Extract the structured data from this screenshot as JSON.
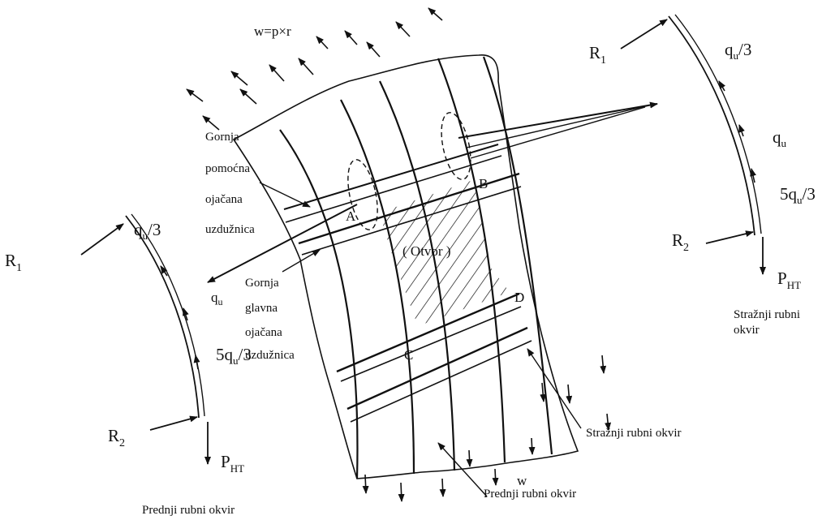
{
  "labels": {
    "w_formula": "w=p×r",
    "w_bottom": "w",
    "r1": "R",
    "r1_sub": "1",
    "r2": "R",
    "r2_sub": "2",
    "q_third": "q",
    "q_third_sub": "u",
    "q_third_suffix": "/3",
    "q": "q",
    "q_sub": "u",
    "q_five": "5q",
    "q_five_sub": "u",
    "q_five_suffix": "/3",
    "p": "P",
    "p_sub": "HT",
    "point_a": "A",
    "point_b": "B",
    "point_c": "C",
    "point_d": "D",
    "otvor": "( Otvor )",
    "upper_aux_1": "Gornja",
    "upper_aux_2": "pomoćna",
    "upper_aux_3": "ojačana",
    "upper_aux_4": "uzdužnica",
    "upper_main_1": "Gornja",
    "upper_main_2": "glavna",
    "upper_main_3": "ojačana",
    "upper_main_4": "uzdužnica",
    "rear_frame_1": "Stražnji rubni",
    "rear_frame_2": "okvir",
    "rear_frame_panel": "Stražnji rubni okvir",
    "front_frame_panel": "Prednji rubni okvir",
    "front_frame_left": "Prednji rubni okvir"
  }
}
